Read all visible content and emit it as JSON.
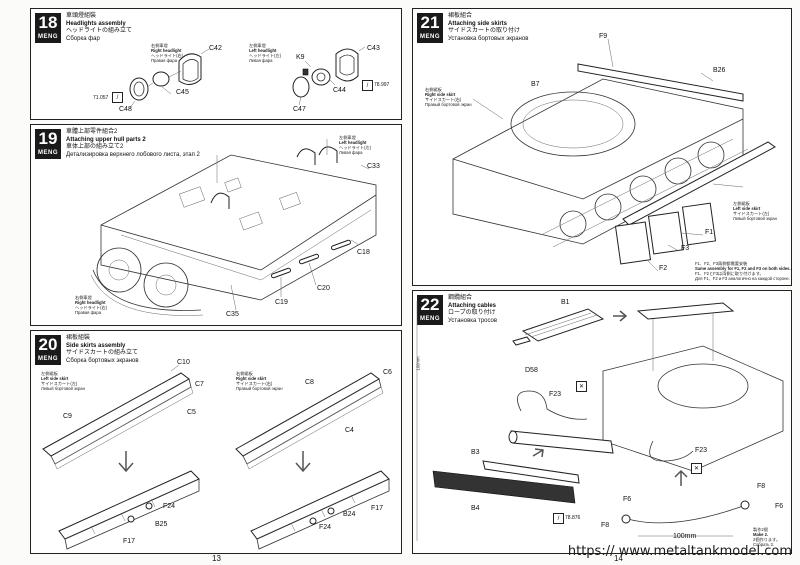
{
  "brand": "MENG",
  "page_left": "13",
  "page_right": "14",
  "watermark": "https://  www.metaltankmodel.com",
  "step18": {
    "num": "18",
    "cn": "車頭燈組裝",
    "en": "Headlights assembly",
    "jp": "ヘッドライトの組み立て",
    "ru": "Сборка фар",
    "parts": [
      "C42",
      "C45",
      "C48",
      "C43",
      "K9",
      "C44",
      "C47"
    ],
    "notes": {
      "right": {
        "cn": "右側車燈",
        "en": "Right headlight",
        "jp": "ヘッドライト(右)",
        "ru": "Правая фара"
      },
      "left": {
        "cn": "左側車燈",
        "en": "Left headlight",
        "jp": "ヘッドライト(左)",
        "ru": "Левая фара"
      }
    },
    "codes": [
      "71.057",
      "78.997"
    ]
  },
  "step19": {
    "num": "19",
    "cn": "車體上部零件組合2",
    "en": "Attaching upper hull parts 2",
    "jp": "車体上部の組み立て2",
    "ru": "Детализировка верхнего лобового листа, этап 2",
    "parts": [
      "C33",
      "C18",
      "C20",
      "C19",
      "C35"
    ],
    "notes": {
      "left": {
        "cn": "左側車燈",
        "en": "Left headlight",
        "jp": "ヘッドライト(左)",
        "ru": "Левая фара"
      },
      "right": {
        "cn": "右側車燈",
        "en": "Right headlight",
        "jp": "ヘッドライト(右)",
        "ru": "Правая фара"
      }
    }
  },
  "step20": {
    "num": "20",
    "cn": "裙板組裝",
    "en": "Side skirts assembly",
    "jp": "サイドスカートの組み立て",
    "ru": "Сборка бортовых экранов",
    "parts": [
      "C10",
      "C7",
      "C5",
      "C9",
      "C8",
      "C6",
      "C4",
      "F24",
      "B25",
      "F17",
      "F24",
      "B24",
      "F17"
    ],
    "notes": {
      "left": {
        "cn": "左側裙板",
        "en": "Left side skirt",
        "jp": "サイドスカート(左)",
        "ru": "Левый бортовой экран"
      },
      "right": {
        "cn": "右側裙板",
        "en": "Right side skirt",
        "jp": "サイドスカート(右)",
        "ru": "Правый бортовой экран"
      }
    }
  },
  "step21": {
    "num": "21",
    "cn": "裙板組合",
    "en": "Attaching side skirts",
    "jp": "サイドスカートの取り付け",
    "ru": "Установка бортовых экранов",
    "parts": [
      "F9",
      "B26",
      "B7",
      "F1",
      "F3",
      "F2"
    ],
    "notes": {
      "right": {
        "cn": "右側裙板",
        "en": "Right side skirt",
        "jp": "サイドスカート(右)",
        "ru": "Правый бортовой экран"
      },
      "left": {
        "cn": "左側裙板",
        "en": "Left side skirt",
        "jp": "サイドスカート(左)",
        "ru": "Левый бортовой экран"
      }
    },
    "footnote": [
      "F1、F2、F3兩側都需要安裝",
      "Same assembly for F1, F2 and F3 on both sides.",
      "F1、F2とF3は両側に取り付けます。",
      "Для F1、F2 и F3 аналогично на каждой стороне."
    ]
  },
  "step22": {
    "num": "22",
    "cn": "鋼纜組合",
    "en": "Attaching cables",
    "jp": "ロープの取り付け",
    "ru": "Установка тросов",
    "parts": [
      "B1",
      "D58",
      "F23",
      "F23",
      "B3",
      "B4",
      "F6",
      "F6",
      "F8",
      "F8"
    ],
    "dimension": "100mm",
    "ruler": "100mm",
    "codes": [
      "78.876"
    ],
    "make_note": [
      "製作2個",
      "Make 2.",
      "2個作ります。",
      "Собрать 2."
    ]
  }
}
